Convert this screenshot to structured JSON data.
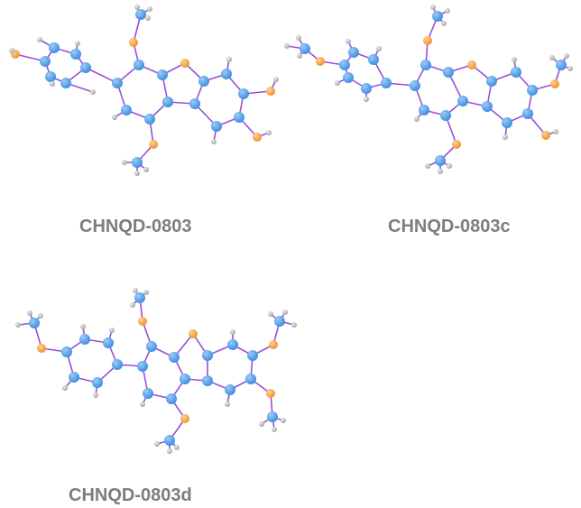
{
  "colors": {
    "carbon": "#3d8ee0",
    "carbon_highlight": "#9ccaf6",
    "oxygen": "#f0922a",
    "oxygen_highlight": "#ffd196",
    "hydrogen": "#a2a2a2",
    "hydrogen_highlight": "#eeeeee",
    "bond": "#9a4fd8",
    "label": "#7d7d7d"
  },
  "molecules": [
    {
      "id": "a",
      "label": "CHNQD-0803",
      "icon": "molecule-ball-and-stick"
    },
    {
      "id": "b",
      "label": "CHNQD-0803c",
      "icon": "molecule-ball-and-stick"
    },
    {
      "id": "c",
      "label": "CHNQD-0803d",
      "icon": "molecule-ball-and-stick"
    }
  ]
}
